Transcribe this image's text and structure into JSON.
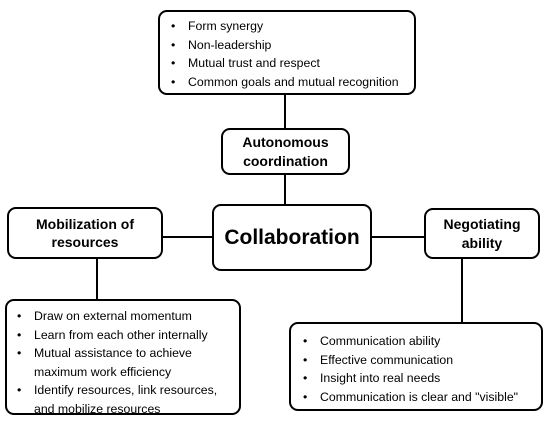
{
  "top_box": {
    "items": [
      "Form synergy",
      "Non-leadership",
      "Mutual trust and respect",
      "Common goals and mutual recognition"
    ]
  },
  "autonomous": {
    "line1": "Autonomous",
    "line2": "coordination"
  },
  "center": {
    "label": "Collaboration"
  },
  "mobilization": {
    "line1": "Mobilization of",
    "line2": "resources"
  },
  "negotiating": {
    "line1": "Negotiating",
    "line2": "ability"
  },
  "left_box": {
    "items": [
      "Draw on external momentum",
      "Learn from each other internally",
      "Mutual assistance to achieve",
      "maximum work efficiency",
      "Identify resources, link resources,",
      "and mobilize resources"
    ]
  },
  "right_box": {
    "items": [
      "Communication ability",
      "Effective communication",
      "Insight into real needs",
      "Communication is clear and \"visible\""
    ]
  }
}
